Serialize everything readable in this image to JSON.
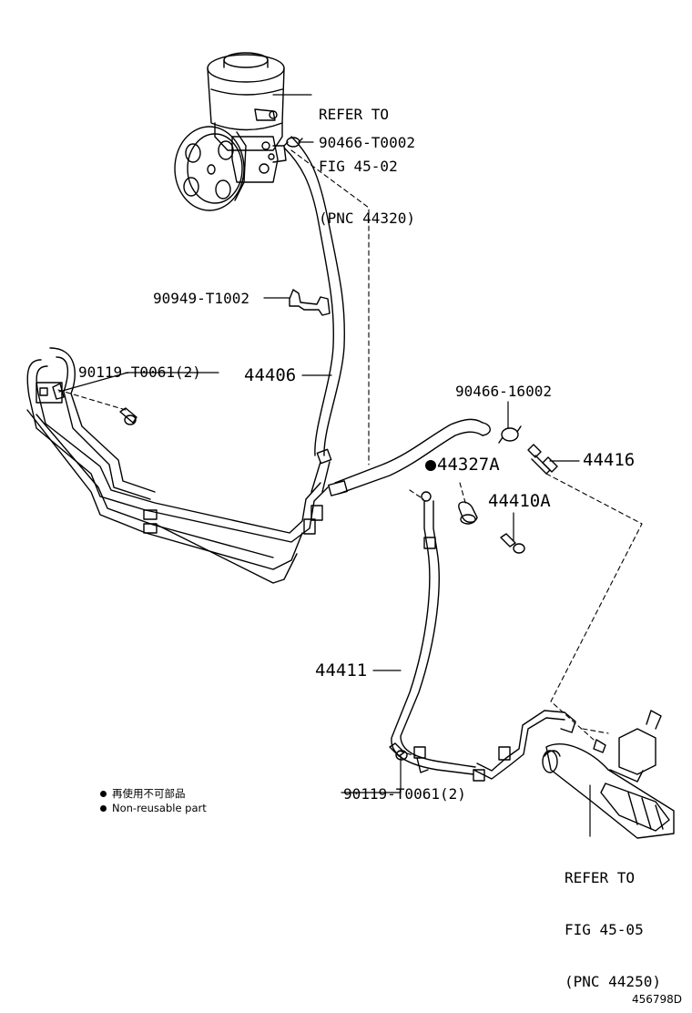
{
  "refs": {
    "pump": {
      "line1": "REFER TO",
      "line2": "FIG 45-02",
      "line3": "(PNC 44320)"
    },
    "gear": {
      "line1": "REFER TO",
      "line2": "FIG 45-05",
      "line3": "(PNC 44250)"
    }
  },
  "parts": {
    "clip_top": "90466-T0002",
    "clamp_bracket": "90949-T1002",
    "bolt_left": "90119-T0061(2)",
    "hose_44406": "44406",
    "clip_16002": "90466-16002",
    "part_44327A": "44327A",
    "part_44416": "44416",
    "part_44410A": "44410A",
    "tube_44411": "44411",
    "bolt_bottom": "90119-T0061(2)"
  },
  "legend": {
    "line_jp": "再使用不可部品",
    "line_en": "Non-reusable part"
  },
  "figure_number": "456798D"
}
